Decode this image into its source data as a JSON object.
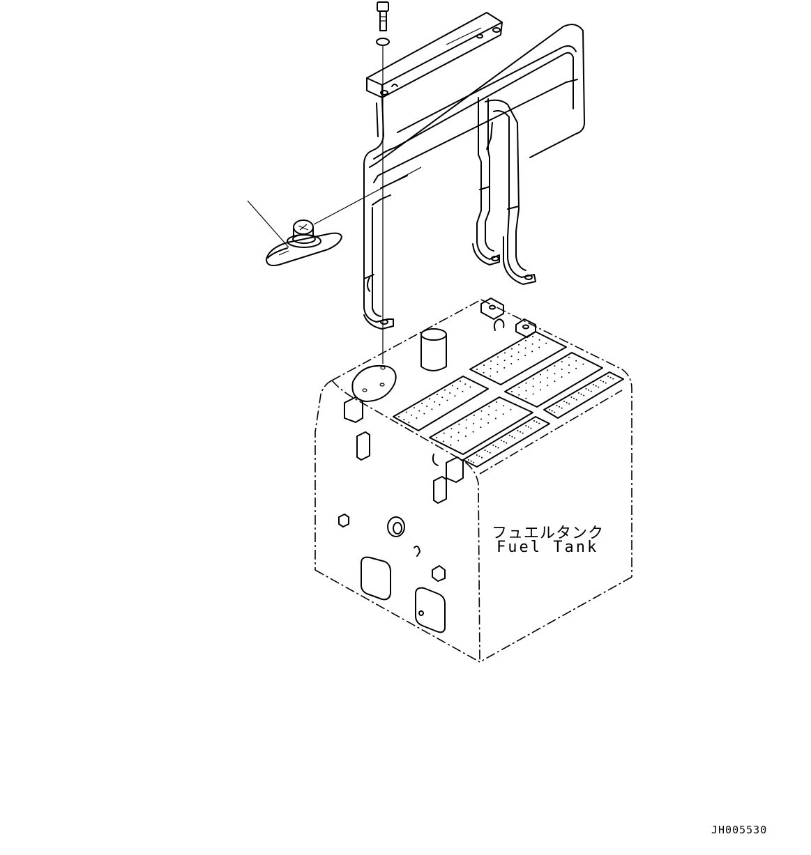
{
  "diagram": {
    "label_japanese": "フュエルタンク",
    "label_english": "Fuel Tank",
    "drawing_code": "JH005530"
  }
}
